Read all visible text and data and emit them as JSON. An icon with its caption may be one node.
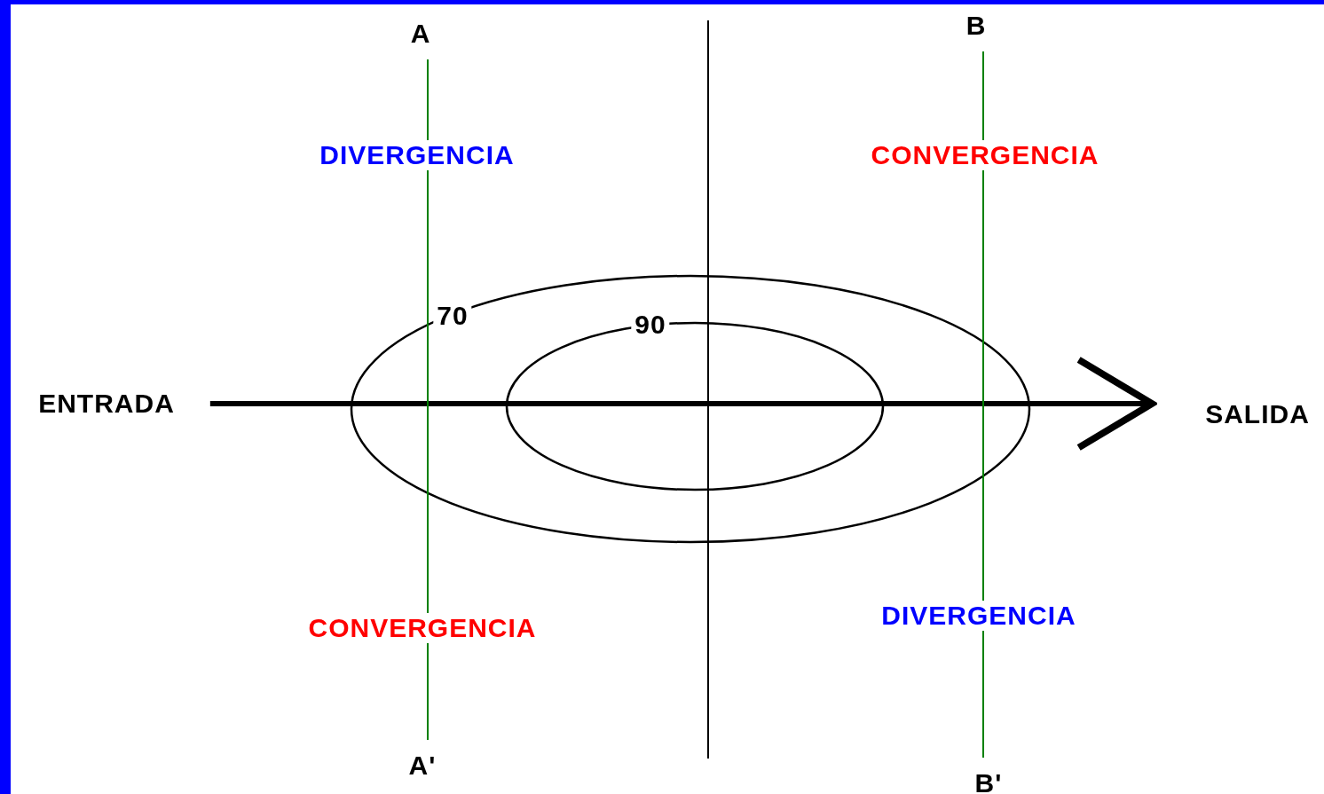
{
  "diagram": {
    "nodes": [
      {
        "text": [
          "ENTRADA"
        ]
      },
      {
        "text": [
          "SALIDA"
        ]
      },
      {
        "text": [
          "A"
        ]
      },
      {
        "text": [
          "A'"
        ]
      },
      {
        "text": [
          "B"
        ]
      },
      {
        "text": [
          "B'"
        ]
      }
    ],
    "edges": [
      {
        "from": 0,
        "to": 1,
        "arrow": "to",
        "style": "thick",
        "color": "#000000"
      },
      {
        "from": 2,
        "to": 3,
        "arrow": "none"
      },
      {
        "from": 4,
        "to": 5,
        "arrow": "none"
      }
    ],
    "labels": [
      "DIVERGENCIA",
      "CONVERGENCIA",
      "70",
      "90",
      "CONVERGENCIA",
      "DIVERGENCIA"
    ]
  }
}
